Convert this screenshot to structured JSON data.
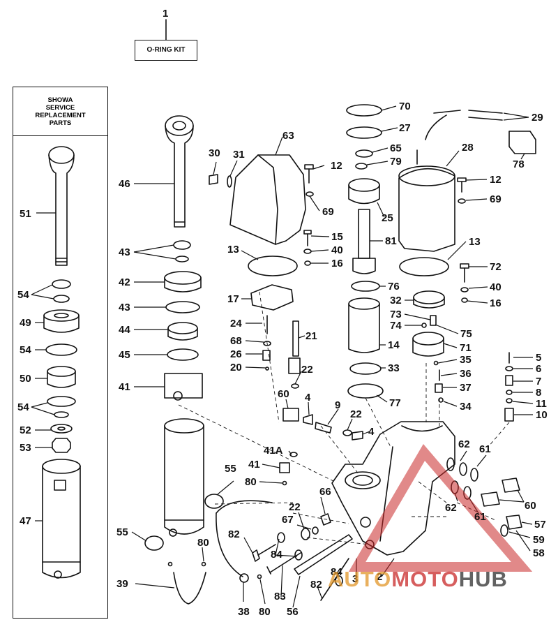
{
  "kit_box": {
    "label": "O-RING KIT"
  },
  "showa_box": {
    "lines": [
      "SHOWA",
      "SERVICE",
      "REPLACEMENT",
      "PARTS"
    ]
  },
  "callouts": [
    "1",
    "51",
    "54",
    "49",
    "54",
    "50",
    "54",
    "52",
    "53",
    "47",
    "46",
    "43",
    "42",
    "43",
    "44",
    "45",
    "41",
    "55",
    "30",
    "31",
    "63",
    "12",
    "69",
    "13",
    "17",
    "24",
    "68",
    "26",
    "20",
    "15",
    "40",
    "16",
    "21",
    "22",
    "60",
    "4",
    "9",
    "22",
    "4",
    "41A",
    "41",
    "80",
    "55",
    "39",
    "80",
    "38",
    "80",
    "66",
    "22",
    "67",
    "82",
    "84",
    "83",
    "56",
    "82",
    "84",
    "3",
    "2",
    "70",
    "27",
    "65",
    "79",
    "25",
    "81",
    "76",
    "14",
    "33",
    "77",
    "28",
    "29",
    "78",
    "12",
    "69",
    "13",
    "72",
    "40",
    "32",
    "16",
    "73",
    "74",
    "75",
    "71",
    "35",
    "36",
    "37",
    "34",
    "5",
    "6",
    "7",
    "8",
    "11",
    "10",
    "62",
    "61",
    "60",
    "62",
    "61",
    "57",
    "59",
    "58"
  ],
  "watermark": {
    "part1": "AUTO",
    "part2": "MOTO",
    "part3": "HUB"
  },
  "colors": {
    "ink": "#111111",
    "watermark_red": "#c82828",
    "watermark_orange": "#e19628"
  }
}
